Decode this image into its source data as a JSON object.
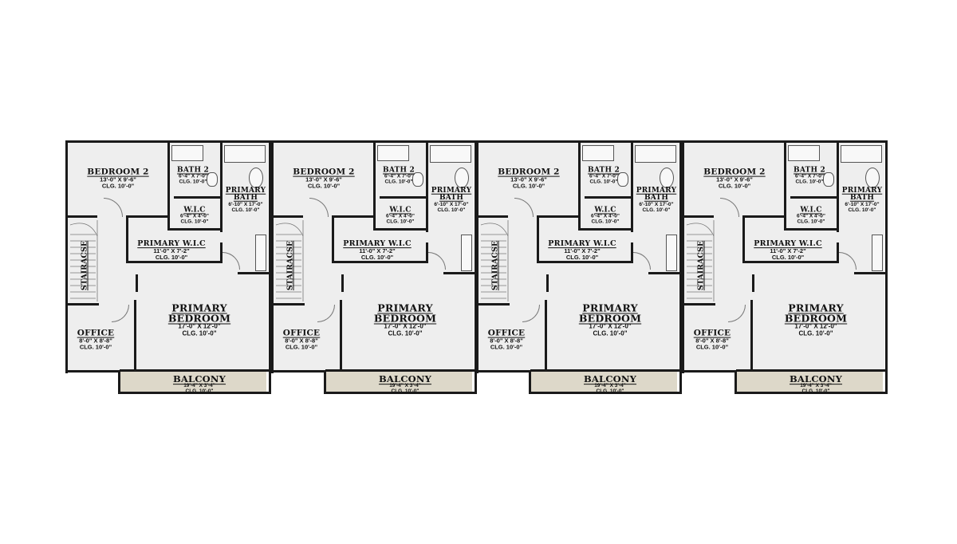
{
  "units": [
    {
      "rooms": {
        "bedroom2": {
          "name": "BEDROOM 2",
          "dim": "13'-0\" X 9'-6\"",
          "clg": "CLG. 10'-0\""
        },
        "bath2": {
          "name": "BATH 2",
          "dim": "6'-4\" X 7'-0\"",
          "clg": "CLG. 10'-0\""
        },
        "primary_bath": {
          "name": "PRIMARY BATH",
          "dim": "6'-10\" X 17'-0\"",
          "clg": "CLG. 10'-0\""
        },
        "wic": {
          "name": "W.I.C",
          "dim": "6'-4\" X 4'-0\"",
          "clg": "CLG. 10'-0\""
        },
        "primary_wic": {
          "name": "PRIMARY W.I.C",
          "dim": "11'-0\" X 7'-2\"",
          "clg": "CLG. 10'-0\""
        },
        "staircase": {
          "name": "STAIRACSE"
        },
        "primary_bedroom": {
          "name": "PRIMARY BEDROOM",
          "dim": "17'-0\" X 12'-0\"",
          "clg": "CLG. 10'-0\""
        },
        "office": {
          "name": "OFFICE",
          "dim": "8'-0\" X 8'-8\"",
          "clg": "CLG. 10'-0\""
        },
        "balcony": {
          "name": "BALCONY",
          "dim": "19'-4\" X 3'-4\"",
          "clg": "CLG. 10'-0\""
        }
      }
    },
    {
      "rooms": {
        "bedroom2": {
          "name": "BEDROOM 2",
          "dim": "13'-0\" X 9'-6\"",
          "clg": "CLG. 10'-0\""
        },
        "bath2": {
          "name": "BATH 2",
          "dim": "6'-4\" X 7'-0\"",
          "clg": "CLG. 10'-0\""
        },
        "primary_bath": {
          "name": "PRIMARY BATH",
          "dim": "6'-10\" X 17'-0\"",
          "clg": "CLG. 10'-0\""
        },
        "wic": {
          "name": "W.I.C",
          "dim": "6'-4\" X 4'-0\"",
          "clg": "CLG. 10'-0\""
        },
        "primary_wic": {
          "name": "PRIMARY W.I.C",
          "dim": "11'-0\" X 7'-2\"",
          "clg": "CLG. 10'-0\""
        },
        "staircase": {
          "name": "STAIRACSE"
        },
        "primary_bedroom": {
          "name": "PRIMARY BEDROOM",
          "dim": "17'-0\" X 12'-0\"",
          "clg": "CLG. 10'-0\""
        },
        "office": {
          "name": "OFFICE",
          "dim": "8'-0\" X 8'-8\"",
          "clg": "CLG. 10'-0\""
        },
        "balcony": {
          "name": "BALCONY",
          "dim": "19'-4\" X 3'-4\"",
          "clg": "CLG. 10'-0\""
        }
      }
    },
    {
      "rooms": {
        "bedroom2": {
          "name": "BEDROOM 2",
          "dim": "13'-0\" X 9'-6\"",
          "clg": "CLG. 10'-0\""
        },
        "bath2": {
          "name": "BATH 2",
          "dim": "6'-4\" X 7'-0\"",
          "clg": "CLG. 10'-0\""
        },
        "primary_bath": {
          "name": "PRIMARY BATH",
          "dim": "6'-10\" X 17'-0\"",
          "clg": "CLG. 10'-0\""
        },
        "wic": {
          "name": "W.I.C",
          "dim": "6'-4\" X 4'-0\"",
          "clg": "CLG. 10'-0\""
        },
        "primary_wic": {
          "name": "PRIMARY W.I.C",
          "dim": "11'-0\" X 7'-2\"",
          "clg": "CLG. 10'-0\""
        },
        "staircase": {
          "name": "STAIRACSE"
        },
        "primary_bedroom": {
          "name": "PRIMARY BEDROOM",
          "dim": "17'-0\" X 12'-0\"",
          "clg": "CLG. 10'-0\""
        },
        "office": {
          "name": "OFFICE",
          "dim": "8'-0\" X 8'-8\"",
          "clg": "CLG. 10'-0\""
        },
        "balcony": {
          "name": "BALCONY",
          "dim": "19'-4\" X 3'-4\"",
          "clg": "CLG. 10'-0\""
        }
      }
    },
    {
      "rooms": {
        "bedroom2": {
          "name": "BEDROOM 2",
          "dim": "13'-0\" X 9'-6\"",
          "clg": "CLG. 10'-0\""
        },
        "bath2": {
          "name": "BATH 2",
          "dim": "6'-4\" X 7'-0\"",
          "clg": "CLG. 10'-0\""
        },
        "primary_bath": {
          "name": "PRIMARY BATH",
          "dim": "6'-10\" X 17'-0\"",
          "clg": "CLG. 10'-0\""
        },
        "wic": {
          "name": "W.I.C",
          "dim": "6'-4\" X 4'-0\"",
          "clg": "CLG. 10'-0\""
        },
        "primary_wic": {
          "name": "PRIMARY W.I.C",
          "dim": "11'-0\" X 7'-2\"",
          "clg": "CLG. 10'-0\""
        },
        "staircase": {
          "name": "STAIRACSE"
        },
        "primary_bedroom": {
          "name": "PRIMARY BEDROOM",
          "dim": "17'-0\" X 12'-0\"",
          "clg": "CLG. 10'-0\""
        },
        "office": {
          "name": "OFFICE",
          "dim": "8'-0\" X 8'-8\"",
          "clg": "CLG. 10'-0\""
        },
        "balcony": {
          "name": "BALCONY",
          "dim": "19'-4\" X 3'-4\"",
          "clg": "CLG. 10'-0\""
        }
      }
    }
  ],
  "colors": {
    "wall": "#1a1a1a",
    "floor": "#eeeeee",
    "balcony": "#ddd8c9",
    "background": "#ffffff"
  }
}
